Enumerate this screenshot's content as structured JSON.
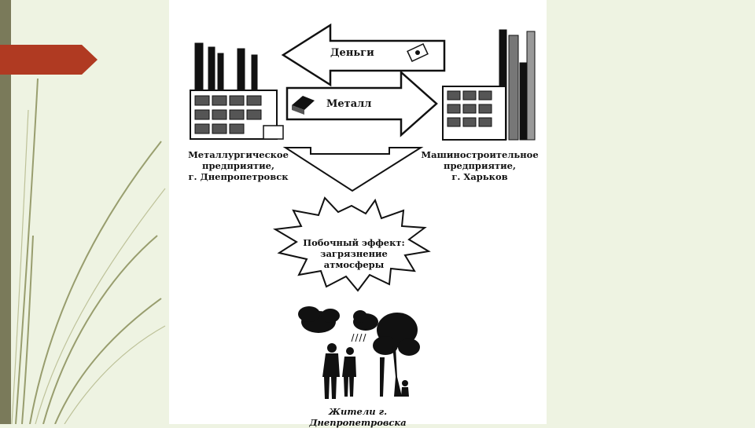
{
  "diagram": {
    "arrow_money": "Деньги",
    "arrow_metal": "Металл",
    "left_enterprise": "Металлургическое\nпредприятие,\nг. Днепропетровск",
    "right_enterprise": "Машиностроительное\nпредприятие,\nг. Харьков",
    "side_effect": "Побочный эффект:\nзагрязнение атмосферы",
    "residents": "Жители г. Днепропетровска"
  },
  "colors": {
    "background": "#eef3e2",
    "left_bar": "#7a7a5a",
    "accent_tab": "#b03a22",
    "image_bg": "#ffffff",
    "ink": "#111111"
  },
  "icons": [
    "factory-left-icon",
    "factory-right-icon",
    "money-icon",
    "metal-ingot-icon",
    "down-arrow-icon",
    "explosion-burst-icon",
    "people-trees-icon"
  ]
}
